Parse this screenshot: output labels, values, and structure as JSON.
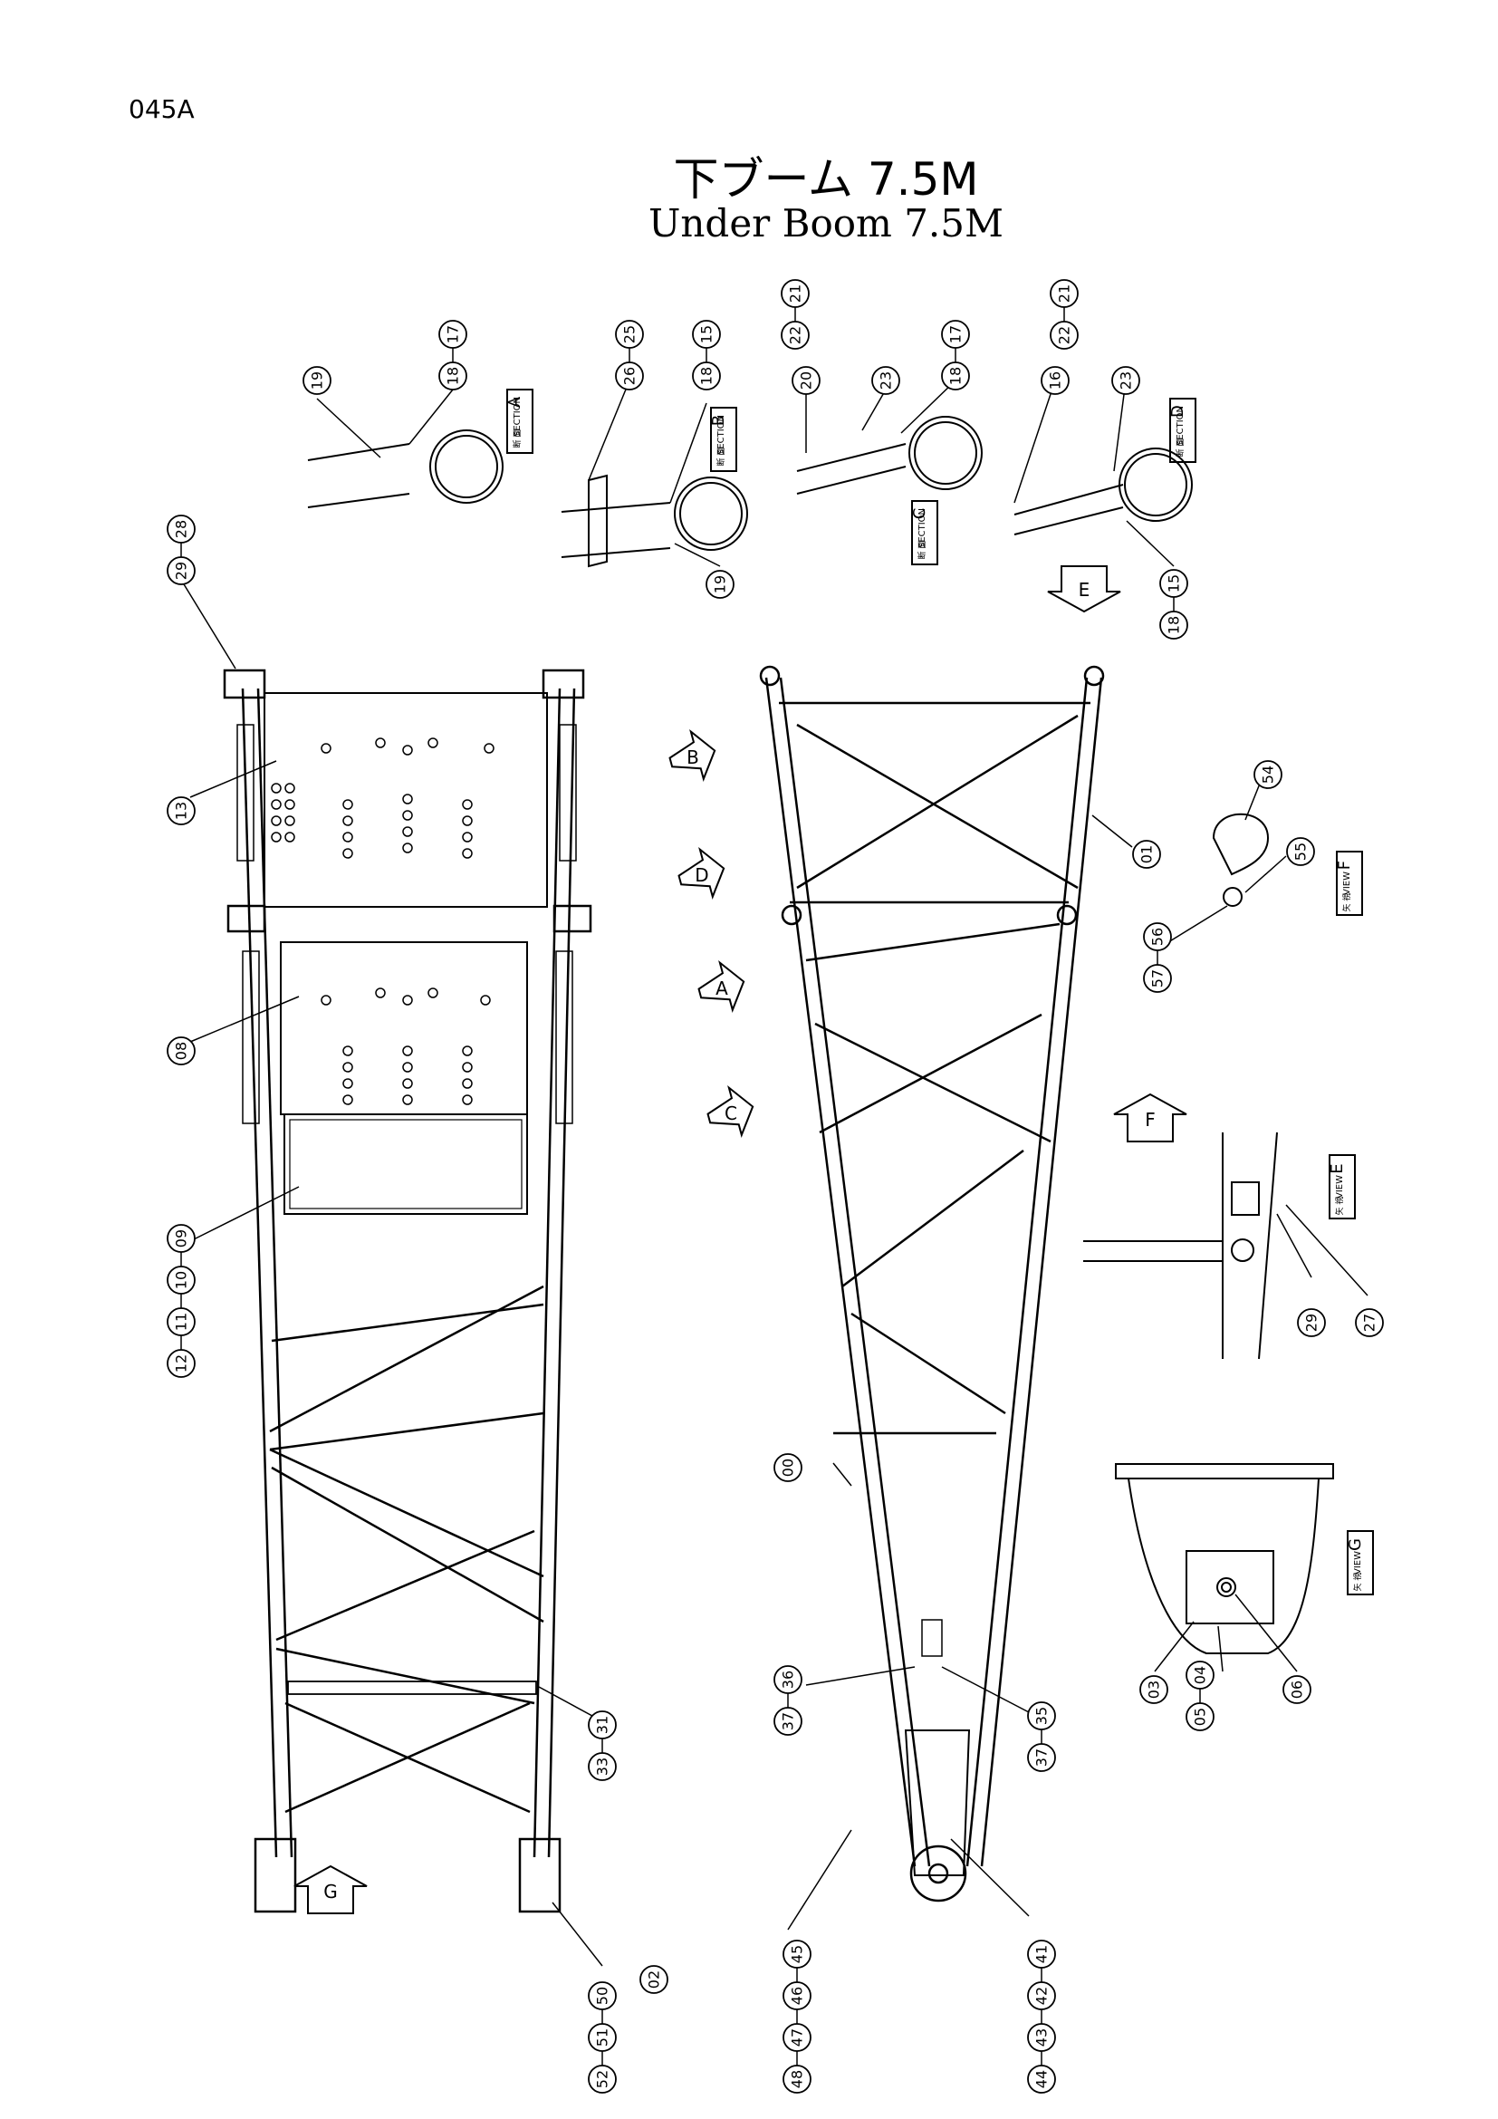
{
  "page_code": "045A",
  "title_jp": "下ブーム 7.5M",
  "title_en": "Under Boom 7.5M",
  "sections": {
    "a": {
      "jp": "断 面",
      "en": "SECTION",
      "letter": "A"
    },
    "b": {
      "jp": "断 面",
      "en": "SECTION",
      "letter": "B"
    },
    "c": {
      "jp": "断 面",
      "en": "SECTION",
      "letter": "C"
    },
    "d": {
      "jp": "断 面",
      "en": "SECTION",
      "letter": "D"
    }
  },
  "views": {
    "e": {
      "jp": "矢 視",
      "en": "VIEW",
      "letter": "E"
    },
    "f": {
      "jp": "矢 視",
      "en": "VIEW",
      "letter": "F"
    },
    "g": {
      "jp": "矢 視",
      "en": "VIEW",
      "letter": "G"
    }
  },
  "arrows": {
    "a": "A",
    "b": "B",
    "c": "C",
    "d": "D",
    "e": "E",
    "f": "F",
    "g": "G"
  },
  "callouts": {
    "a1": [
      "19"
    ],
    "a2": [
      "17",
      "18"
    ],
    "b1": [
      "25",
      "26"
    ],
    "b2": [
      "15",
      "18"
    ],
    "b3": [
      "19"
    ],
    "c1": [
      "20"
    ],
    "c2": [
      "21",
      "22"
    ],
    "c3": [
      "23"
    ],
    "c4": [
      "17",
      "18"
    ],
    "d1": [
      "16"
    ],
    "d2": [
      "21",
      "22"
    ],
    "d3": [
      "23"
    ],
    "d4": [
      "15",
      "18"
    ],
    "top1": [
      "28",
      "29"
    ],
    "p13": [
      "13"
    ],
    "p08": [
      "08"
    ],
    "p09": [
      "09",
      "10",
      "11",
      "12"
    ],
    "p31": [
      "31",
      "33"
    ],
    "p50": [
      "50",
      "51",
      "52"
    ],
    "p02": [
      "02"
    ],
    "p01": [
      "01"
    ],
    "p00": [
      "00"
    ],
    "p36": [
      "36",
      "37"
    ],
    "p35": [
      "35",
      "37"
    ],
    "p45": [
      "45",
      "46",
      "47",
      "48"
    ],
    "p41": [
      "41",
      "42",
      "43",
      "44"
    ],
    "p54": [
      "54"
    ],
    "p55": [
      "55"
    ],
    "p56": [
      "56",
      "57"
    ],
    "p29": [
      "29"
    ],
    "p27": [
      "27"
    ],
    "p03": [
      "03"
    ],
    "p04": [
      "04",
      "05"
    ],
    "p06": [
      "06"
    ]
  }
}
